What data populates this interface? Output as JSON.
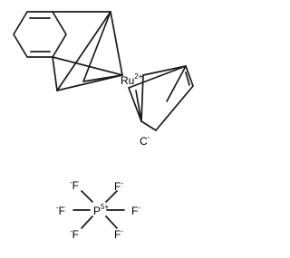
{
  "structure": {
    "ru_label": "Ru",
    "ru_charge": "2+",
    "carbanion_label": "C",
    "carbanion_charge": "-",
    "phosphorus_label": "P",
    "phosphorus_charge": "5+",
    "fluorine_label": "F",
    "fluorine_charge": "-"
  }
}
